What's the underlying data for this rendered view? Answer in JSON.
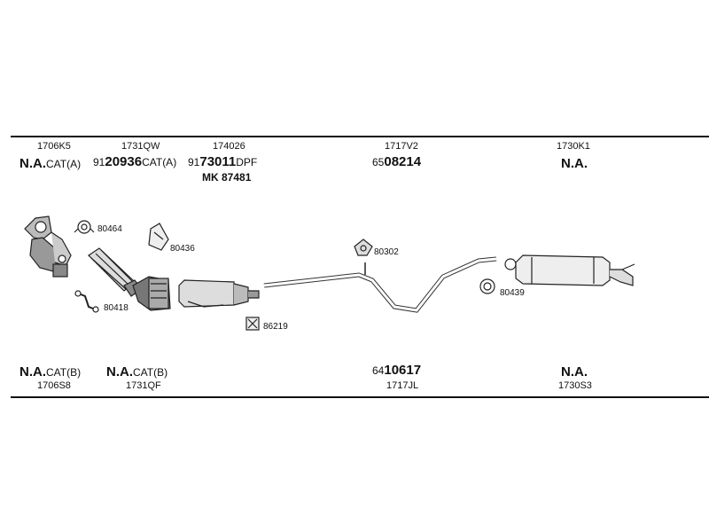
{
  "top_row": {
    "c1": {
      "code": "1706K5",
      "label": "N.A.",
      "suffix": "CAT(A)"
    },
    "c2": {
      "code": "1731QW",
      "prefix": "91",
      "part": "20936",
      "suffix": "CAT(A)"
    },
    "c3": {
      "code": "174026",
      "prefix": "91",
      "part": "73011",
      "suffix": "DPF",
      "kit": "MK 87481"
    },
    "c4": {
      "code": "1717V2",
      "prefix": "65",
      "part": "08214"
    },
    "c5": {
      "code": "1730K1",
      "label": "N.A."
    }
  },
  "bottom_row": {
    "c1": {
      "label": "N.A.",
      "suffix": "CAT(B)",
      "code": "1706S8"
    },
    "c2": {
      "label": "N.A.",
      "suffix": "CAT(B)",
      "code": "1731QF"
    },
    "c4": {
      "prefix": "64",
      "part": "10617",
      "code": "1717JL"
    },
    "c5": {
      "label": "N.A.",
      "code": "1730S3"
    }
  },
  "parts": {
    "p80464": "80464",
    "p80436": "80436",
    "p80418": "80418",
    "p86219": "86219",
    "p80302": "80302",
    "p80439": "80439"
  }
}
